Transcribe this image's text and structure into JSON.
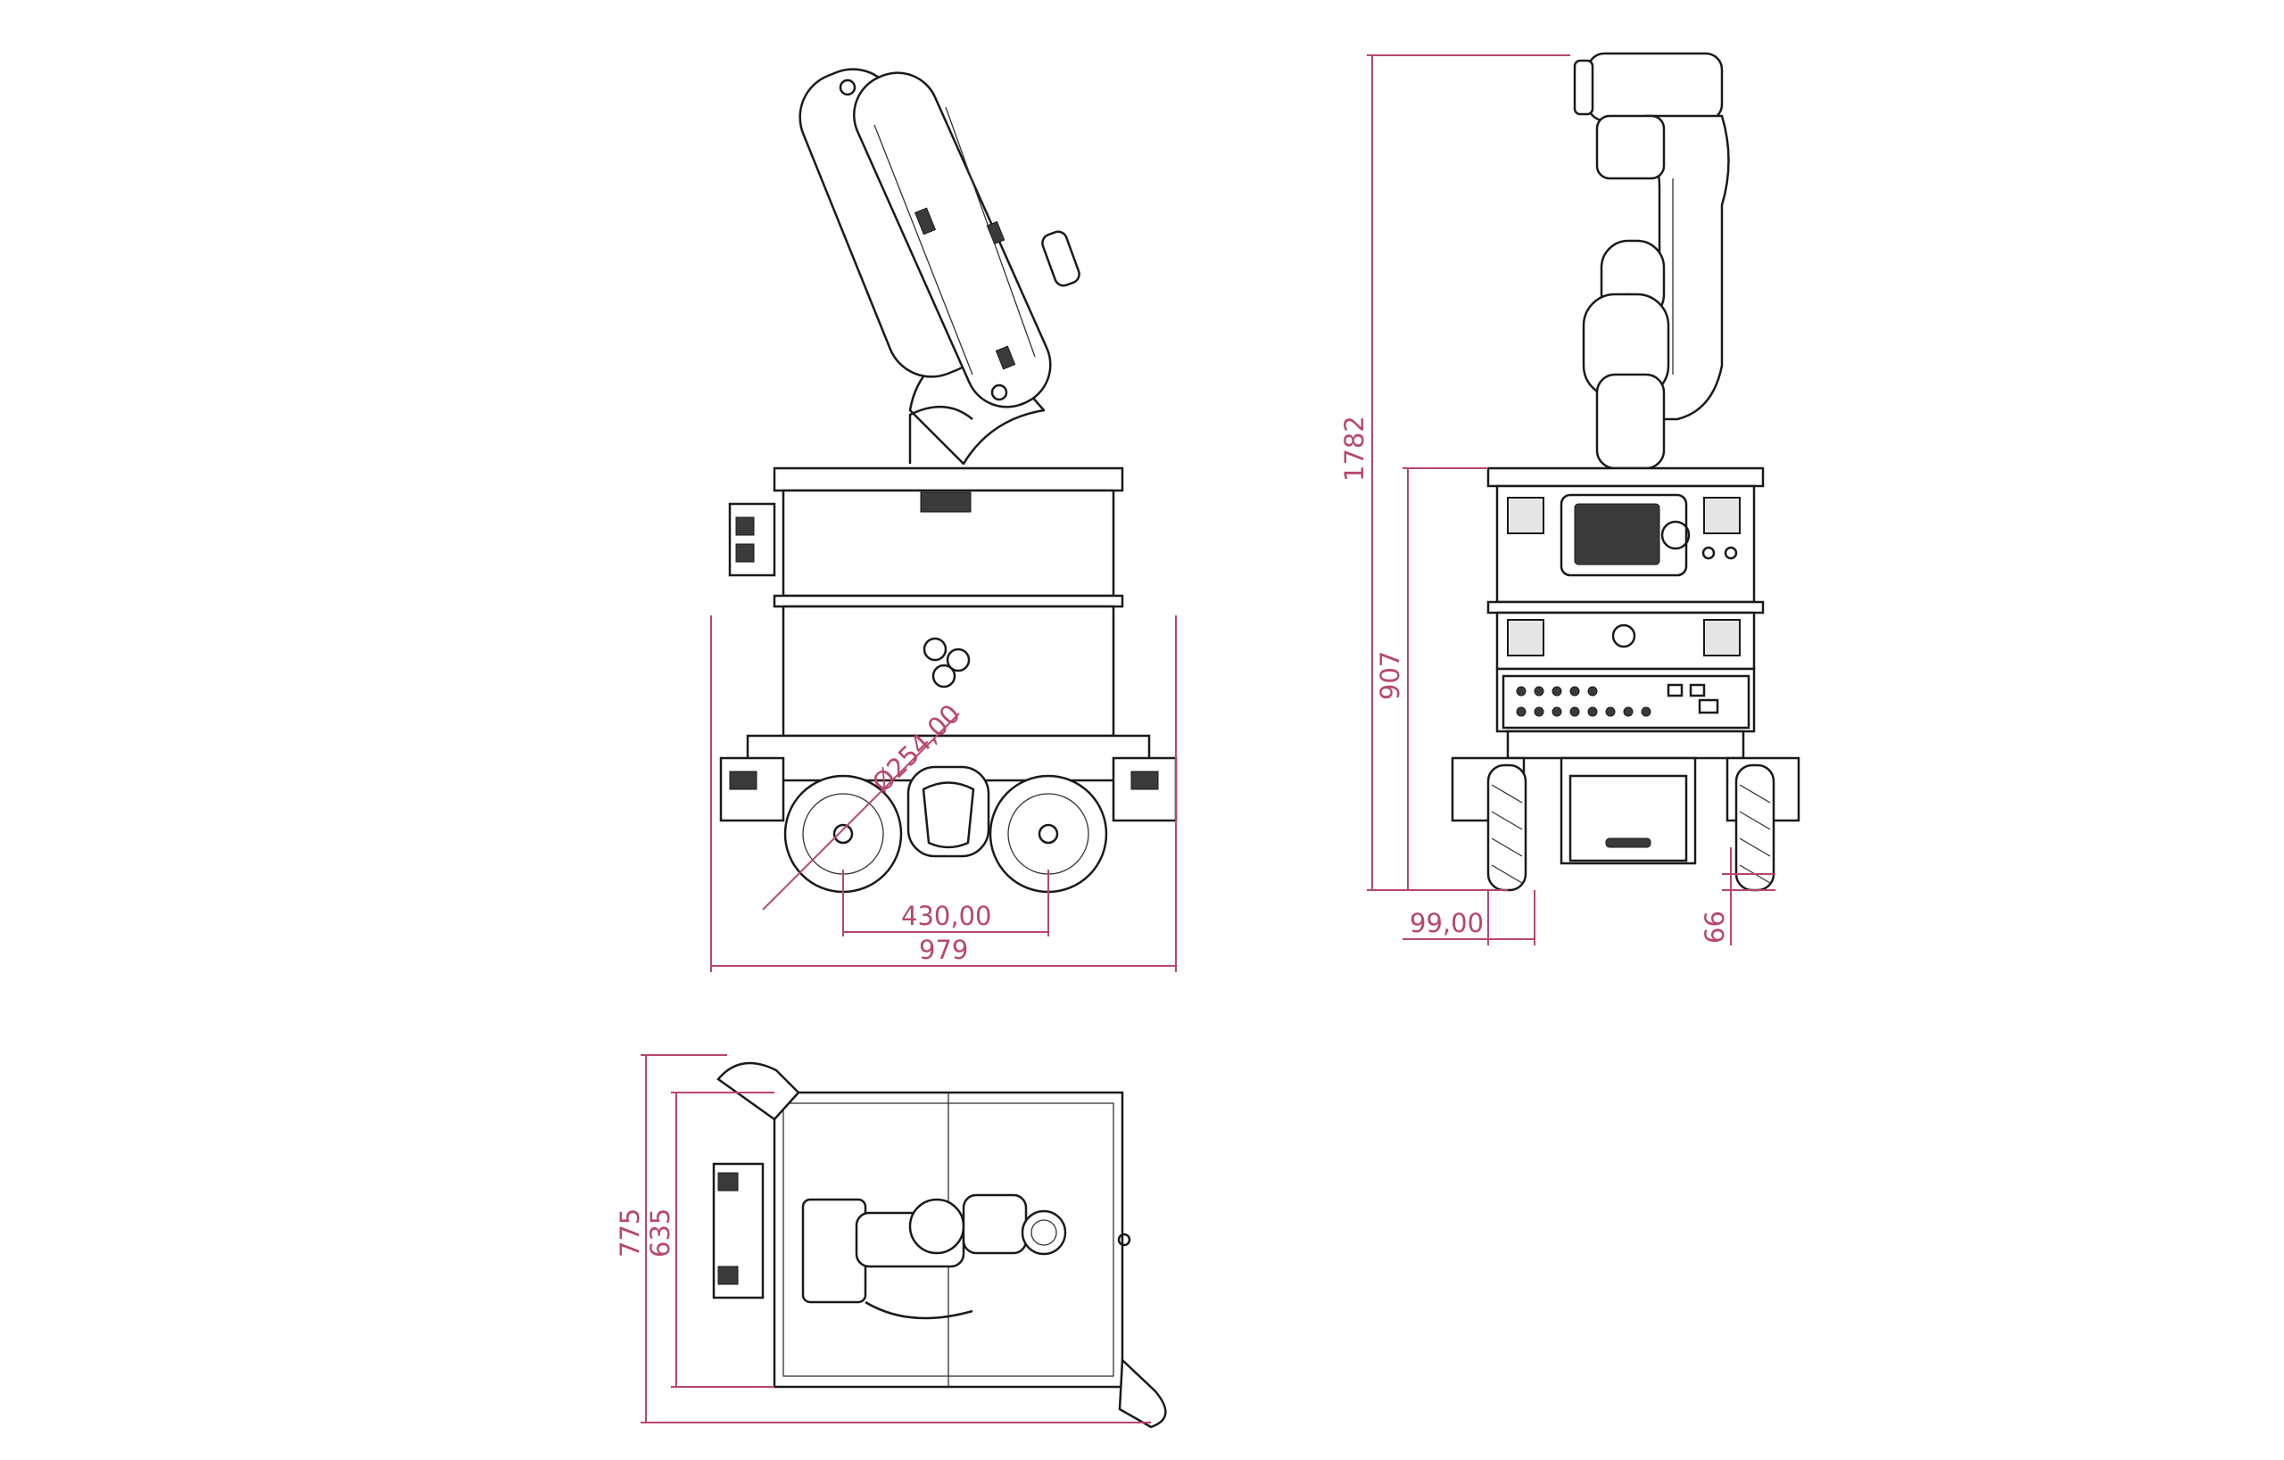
{
  "colors": {
    "dimension": "#b8476a",
    "linework": "#1a1a1a",
    "background": "#ffffff"
  },
  "views": {
    "front": {
      "dim_wheel_diameter": "Ø254,00",
      "dim_wheel_spacing": "430,00",
      "dim_overall_width": "979"
    },
    "side": {
      "dim_total_height": "1782",
      "dim_base_height": "907",
      "dim_wheel_offset": "99,00",
      "dim_ground_clearance": "66"
    },
    "top": {
      "dim_overall_length": "775",
      "dim_body_length": "635"
    }
  }
}
